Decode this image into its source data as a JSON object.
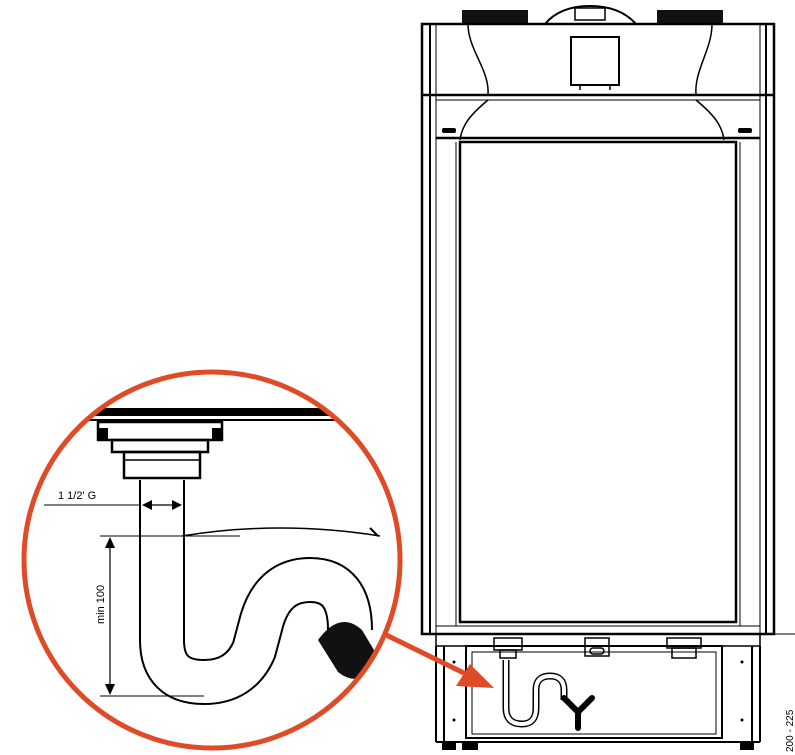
{
  "labels": {
    "thread_size": "1 1/2' G",
    "min_height": "min 100",
    "side_dims": "200 - 225"
  },
  "colors": {
    "accent": "#e04b27",
    "line": "#000000",
    "background": "#ffffff"
  }
}
